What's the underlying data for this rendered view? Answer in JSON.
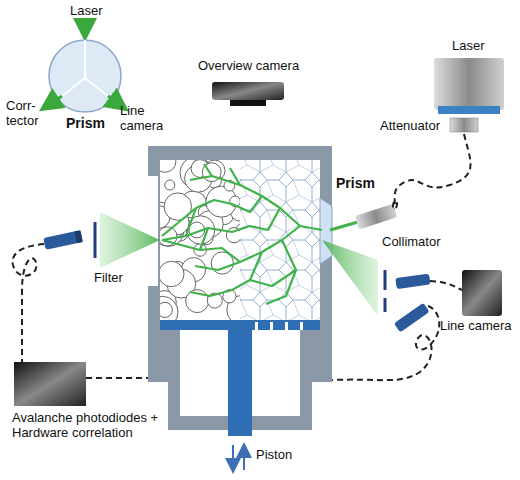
{
  "diagram": {
    "labels": [
      "Laser",
      "Corr-tector",
      "Line camera",
      "Prism",
      "Overview camera",
      "Laser",
      "Attenuator",
      "Prism",
      "Collimator",
      "Filter",
      "Line camera",
      "Avalanche photodiodes + Hardware correlation",
      "Piston"
    ]
  }
}
